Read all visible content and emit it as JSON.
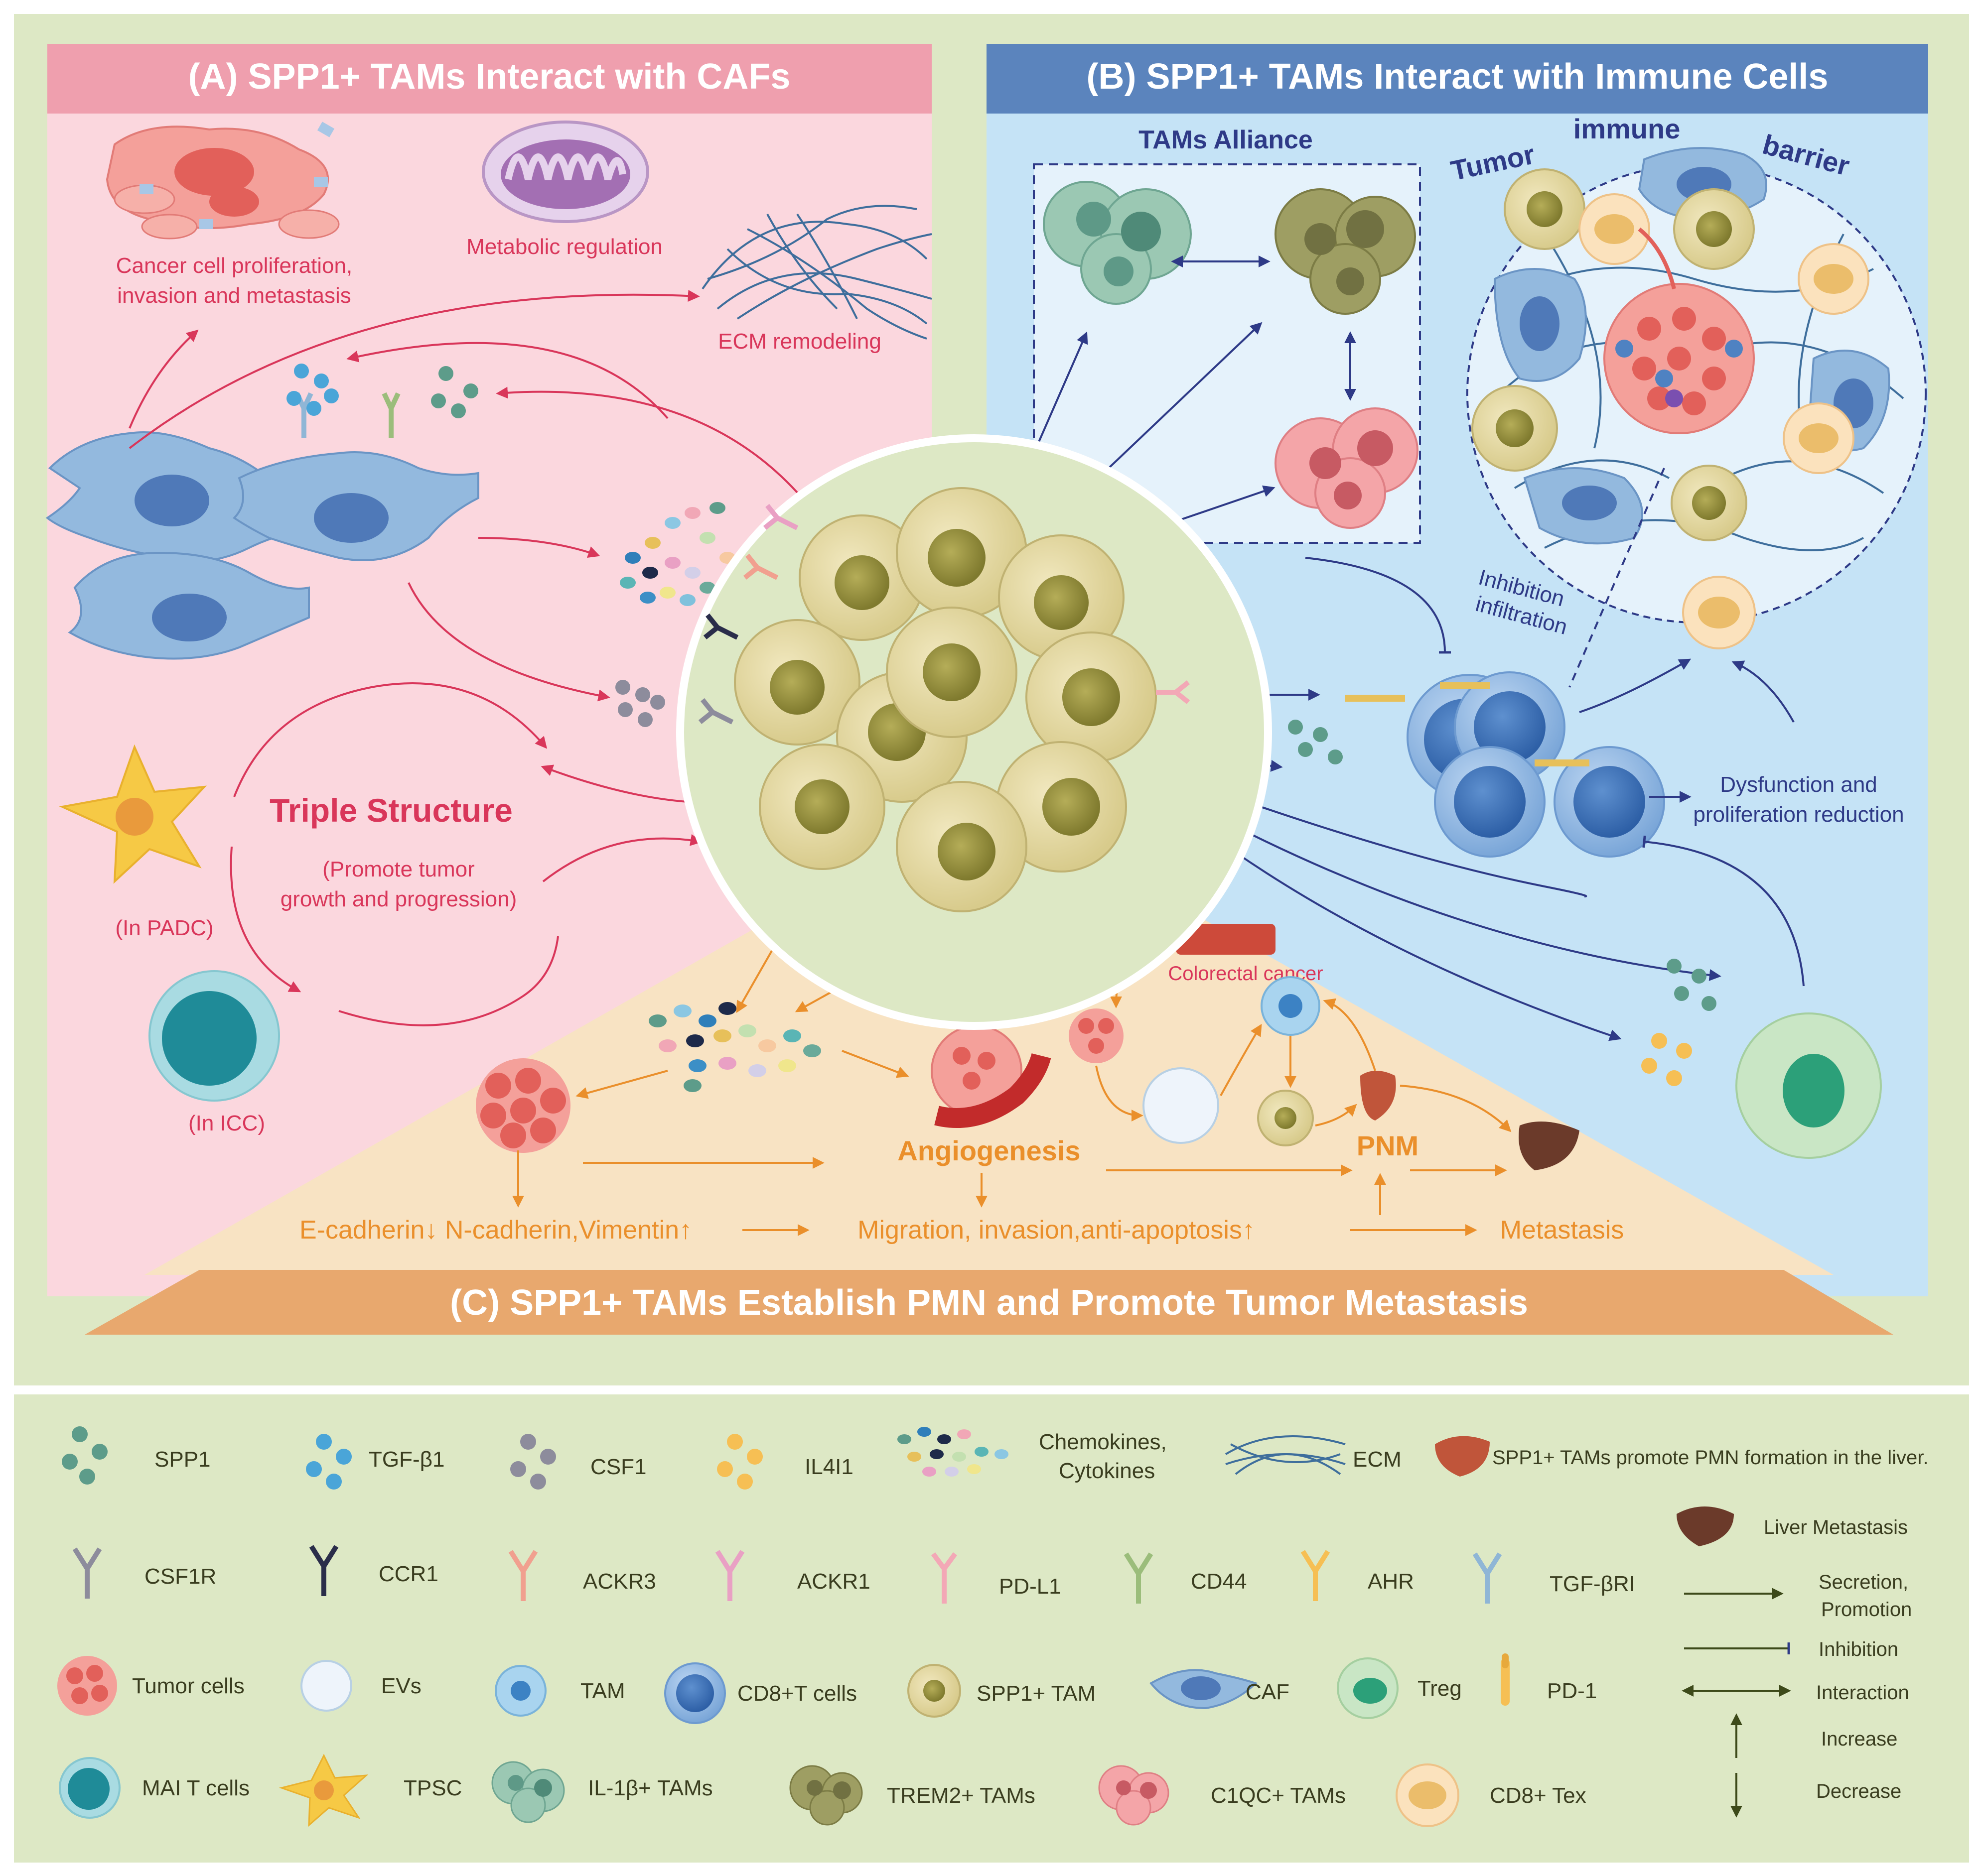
{
  "panel_a": {
    "title": "(A) SPP1+ TAMs Interact with CAFs",
    "cancer_label_1": "Cancer cell proliferation,",
    "cancer_label_2": "invasion and metastasis",
    "metabolic_label": "Metabolic regulation",
    "ecm_label": "ECM remodeling",
    "triple_title": "Triple Structure",
    "triple_sub_1": "(Promote tumor",
    "triple_sub_2": "growth and progression)",
    "padc_label": "(In PADC)",
    "icc_label": "(In ICC)"
  },
  "panel_b": {
    "title": "(B) SPP1+ TAMs Interact with Immune Cells",
    "alliance_label": "TAMs Alliance",
    "barrier_word_1": "Tumor",
    "barrier_word_2": "immune",
    "barrier_word_3": "barrier",
    "inhibition_1": "Inhibition",
    "inhibition_2": "infiltration",
    "dysfunction_1": "Dysfunction and",
    "dysfunction_2": "proliferation reduction"
  },
  "panel_c": {
    "title": "(C) SPP1+ TAMs Establish PMN and Promote Tumor Metastasis",
    "colorectal_label": "Colorectal cancer",
    "angiogenesis": "Angiogenesis",
    "pnm": "PNM",
    "emt_text": "E-cadherin↓ N-cadherin,Vimentin↑",
    "migration_text": "Migration, invasion,anti-apoptosis↑",
    "metastasis": "Metastasis"
  },
  "legend": {
    "row1": {
      "spp1": "SPP1",
      "tgfb1": "TGF-β1",
      "csf1": "CSF1",
      "il4i1": "IL4I1",
      "chemo_1": "Chemokines,",
      "chemo_2": "Cytokines",
      "ecm": "ECM",
      "liver_pmn": "SPP1+ TAMs promote PMN formation in the liver."
    },
    "row2": {
      "csf1r": "CSF1R",
      "ccr1": "CCR1",
      "ackr3": "ACKR3",
      "ackr1": "ACKR1",
      "pdl1": "PD-L1",
      "cd44": "CD44",
      "ahr": "AHR",
      "tgfbri": "TGF-βRI",
      "liver_met": "Liver Metastasis",
      "secretion_1": "Secretion,",
      "secretion_2": "Promotion"
    },
    "row3": {
      "tumor": "Tumor cells",
      "evs": "EVs",
      "tam": "TAM",
      "cd8": "CD8+T cells",
      "spp1tam": "SPP1+ TAM",
      "caf": "CAF",
      "treg": "Treg",
      "pd1": "PD-1",
      "inhibition": "Inhibition",
      "interaction": "Interaction",
      "increase": "Increase"
    },
    "row4": {
      "mait": "MAI T cells",
      "tpsc": "TPSC",
      "il1b": "IL-1β+ TAMs",
      "trem2": "TREM2+ TAMs",
      "c1qc": "C1QC+ TAMs",
      "tex": "CD8+ Tex",
      "decrease": "Decrease"
    }
  },
  "colors": {
    "outer_bg": "#dde8c5",
    "panel_a_bg": "#fbd7de",
    "panel_a_header": "#ef9fae",
    "panel_b_bg": "#c5e3f6",
    "panel_b_header": "#5b84bd",
    "panel_c_bg": "#f8e3c3",
    "panel_c_banner": "#e8a86e",
    "red_text": "#d9365a",
    "navy_text": "#2e3a87",
    "orange_text": "#ea8f2b",
    "spp1_tam": "#e6dba6",
    "spp1_tam_nucleus": "#a19a45",
    "caf": "#93b9de",
    "cd8": "#4f82c2"
  },
  "icons": [
    "spp1-dots",
    "tgfb1-dots",
    "csf1-dots",
    "il4i1-dots",
    "chemokine-dots",
    "ecm-mesh",
    "liver",
    "receptor-y",
    "tumor-cluster",
    "ev-vesicle",
    "tam-cell",
    "cd8-cell",
    "spp1-tam-cell",
    "caf-cell",
    "treg-cell",
    "pd1-receptor",
    "mait-cell",
    "tpsc-star",
    "il1b-tams",
    "trem2-tams",
    "c1qc-tams",
    "cd8-tex-cell",
    "arrow-secretion",
    "inhibition-bar",
    "interaction-arrow",
    "increase-arrow",
    "decrease-arrow",
    "mitochondrion",
    "colon-segment",
    "blood-vessel"
  ]
}
